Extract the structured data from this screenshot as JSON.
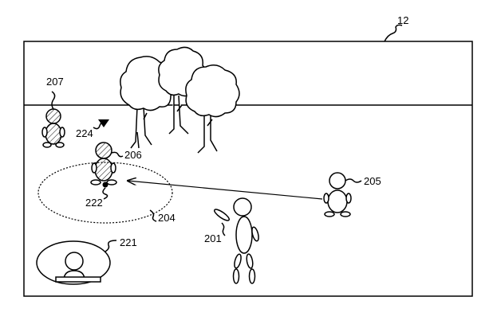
{
  "labels": {
    "screen": "12",
    "player": "201",
    "enemy_ring": "204",
    "enemy_right": "205",
    "target": "206",
    "enemy_left": "207",
    "panel": "221",
    "marker": "222",
    "pointer": "224"
  }
}
